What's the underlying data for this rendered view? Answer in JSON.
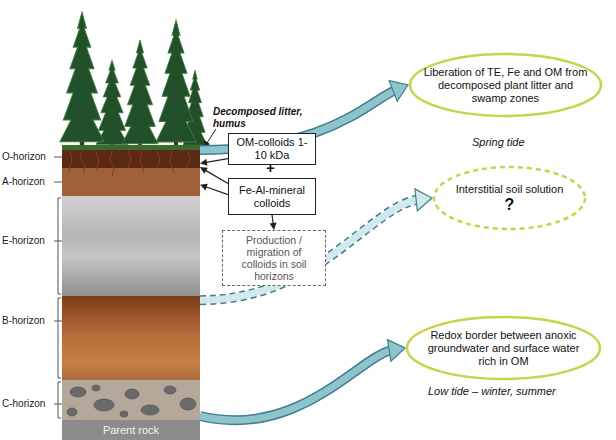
{
  "diagram": {
    "nodes": [
      {
        "text": [
          "O-horizon"
        ]
      },
      {
        "text": [
          "A-horizon"
        ]
      },
      {
        "text": [
          "E-horizon"
        ]
      },
      {
        "text": [
          "B-horizon"
        ]
      },
      {
        "text": [
          "C-horizon"
        ]
      },
      {
        "text": [
          "Parent rock"
        ]
      },
      {
        "text": [
          "OM-colloids 1-10 kDa"
        ]
      },
      {
        "text": [
          "Fe-Al-mineral colloids"
        ]
      },
      {
        "text": [
          "Production / migration of colloids in soil horizons"
        ]
      },
      {
        "text": [
          "Liberation of TE, Fe and OM from decomposed plant litter and swamp zones"
        ]
      },
      {
        "text": [
          "Interstitial soil solution",
          "?"
        ]
      },
      {
        "text": [
          "Redox border between anoxic groundwater and surface water rich in OM"
        ]
      }
    ],
    "edges": [
      {
        "from": 6,
        "to": 0,
        "arrow": "to"
      },
      {
        "from": 7,
        "to": 0,
        "arrow": "to"
      },
      {
        "from": 7,
        "to": 1,
        "arrow": "to"
      },
      {
        "from": 7,
        "to": 8,
        "arrow": "to"
      },
      {
        "from": 0,
        "to": 9,
        "arrow": "to"
      },
      {
        "from": 3,
        "to": 10,
        "arrow": "to"
      },
      {
        "from": 4,
        "to": 11,
        "arrow": "to"
      }
    ],
    "labels": [
      "Decomposed litter, humus",
      "+",
      "Spring tide",
      "Low tide – winter, summer"
    ]
  }
}
